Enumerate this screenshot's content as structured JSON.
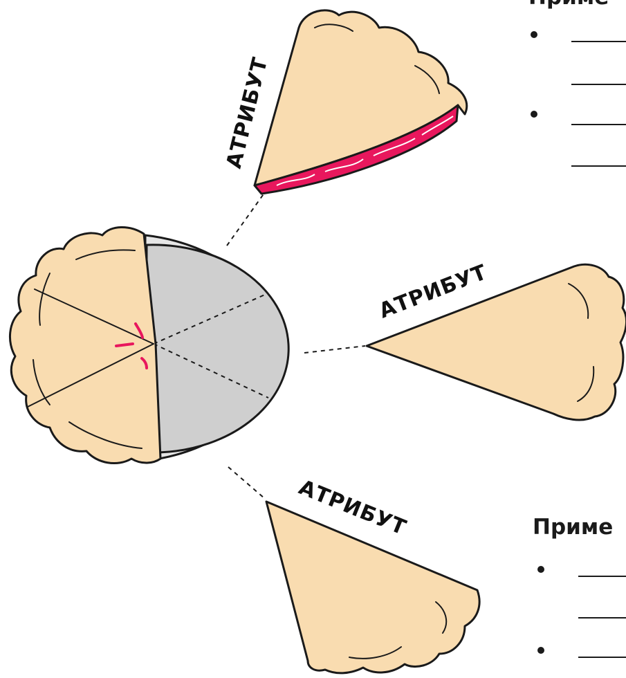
{
  "attributes": {
    "top": "АТРИБУТ",
    "middle": "АТРИБУТ",
    "bottom": "АТРИБУТ"
  },
  "examples": {
    "top_heading": "Приме",
    "bottom_heading": "Приме"
  },
  "colors": {
    "crust": "#f9dcb0",
    "filling": "#e8175d",
    "pan": "#cfcfcf",
    "pan_rim": "#e6e6e6",
    "outline": "#1a1a1a"
  }
}
